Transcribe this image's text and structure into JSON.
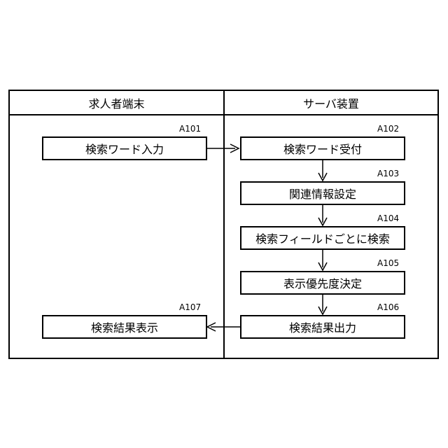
{
  "lanes": {
    "left_title": "求人者端末",
    "right_title": "サーバ装置"
  },
  "steps": {
    "a101": {
      "ref": "A101",
      "label": "検索ワード入力"
    },
    "a102": {
      "ref": "A102",
      "label": "検索ワード受付"
    },
    "a103": {
      "ref": "A103",
      "label": "関連情報設定"
    },
    "a104": {
      "ref": "A104",
      "label": "検索フィールドごとに検索"
    },
    "a105": {
      "ref": "A105",
      "label": "表示優先度決定"
    },
    "a106": {
      "ref": "A106",
      "label": "検索結果出力"
    },
    "a107": {
      "ref": "A107",
      "label": "検索結果表示"
    }
  }
}
